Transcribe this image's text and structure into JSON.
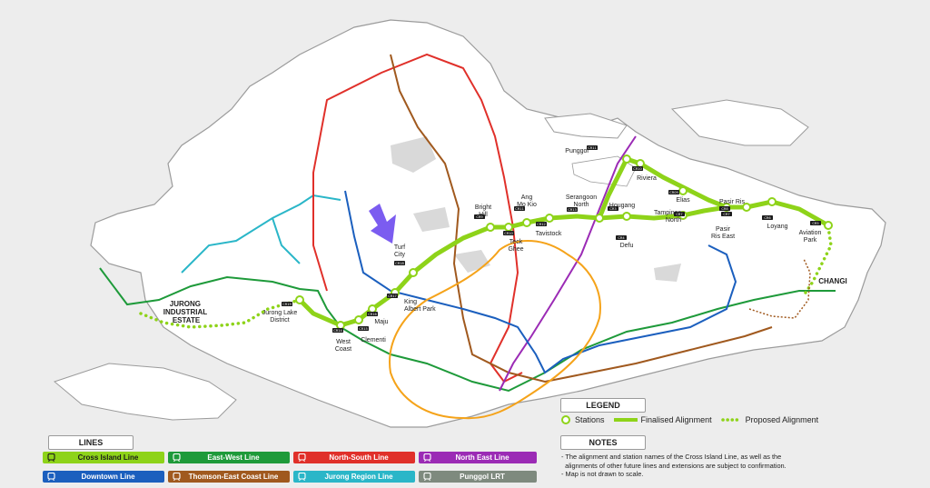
{
  "colors": {
    "background": "#ededed",
    "land": "#ffffff",
    "sea_border": "#9b9b9b",
    "cross_island": "#8ed319",
    "east_west": "#1e9a3a",
    "north_south": "#e0302a",
    "north_east": "#9b2bb5",
    "downtown": "#1b5fbe",
    "thomson_east_coast": "#a0591e",
    "jurong_region": "#2ab6c8",
    "punggol_lrt": "#7e8a7e",
    "circle": "#f5a31a",
    "pointer": "#7b5cf0"
  },
  "stations": [
    {
      "name": "Punggol",
      "code": "CR11"
    },
    {
      "name": "Riviera",
      "code": "CR10"
    },
    {
      "name": "Elias",
      "code": "CR09"
    },
    {
      "name": "Pasir Ris",
      "code": "CR8"
    },
    {
      "name": "Pasir Ris East",
      "code": "CR7"
    },
    {
      "name": "Loyang",
      "code": "CR6"
    },
    {
      "name": "Aviation Park",
      "code": "CR5"
    },
    {
      "name": "Tampines North",
      "code": "CR7"
    },
    {
      "name": "Defu",
      "code": "CR4"
    },
    {
      "name": "Hougang",
      "code": "CR3"
    },
    {
      "name": "Serangoon North",
      "code": "CR13"
    },
    {
      "name": "Tavistock",
      "code": "CR12"
    },
    {
      "name": "Ang Mo Kio",
      "code": "CR11"
    },
    {
      "name": "Teck Ghee",
      "code": "CR10"
    },
    {
      "name": "Bright Hill",
      "code": "CR9"
    },
    {
      "name": "Turf City",
      "code": "CR18"
    },
    {
      "name": "King Albert Park",
      "code": "CR17"
    },
    {
      "name": "Maju",
      "code": "CR16"
    },
    {
      "name": "Clementi",
      "code": "CR15"
    },
    {
      "name": "West Coast",
      "code": "CR14"
    },
    {
      "name": "Jurong Lake District",
      "code": "CR19"
    }
  ],
  "areas": {
    "jurong": "JURONG\nINDUSTRIAL\nESTATE",
    "changi": "CHANGI"
  },
  "legend": {
    "title": "LEGEND",
    "stations": "Stations",
    "finalised": "Finalised Alignment",
    "proposed": "Proposed Alignment"
  },
  "notes": {
    "title": "NOTES",
    "items": [
      "- The alignment and station names of the Cross Island Line, as well as the",
      "  alignments of other future lines and extensions are subject to confirmation.",
      "- Map is not drawn to scale."
    ]
  },
  "lines_panel": {
    "title": "LINES",
    "items": [
      {
        "label": "Cross Island Line",
        "color": "#8ed319",
        "text": "#1a1a1a"
      },
      {
        "label": "East-West Line",
        "color": "#1e9a3a",
        "text": "#ffffff"
      },
      {
        "label": "North-South Line",
        "color": "#e0302a",
        "text": "#ffffff"
      },
      {
        "label": "North East Line",
        "color": "#9b2bb5",
        "text": "#ffffff"
      },
      {
        "label": "Downtown Line",
        "color": "#1b5fbe",
        "text": "#ffffff"
      },
      {
        "label": "Thomson-East Coast Line",
        "color": "#a0591e",
        "text": "#ffffff"
      },
      {
        "label": "Jurong Region Line",
        "color": "#2ab6c8",
        "text": "#ffffff"
      },
      {
        "label": "Punggol LRT",
        "color": "#7e8a7e",
        "text": "#ffffff"
      }
    ]
  }
}
